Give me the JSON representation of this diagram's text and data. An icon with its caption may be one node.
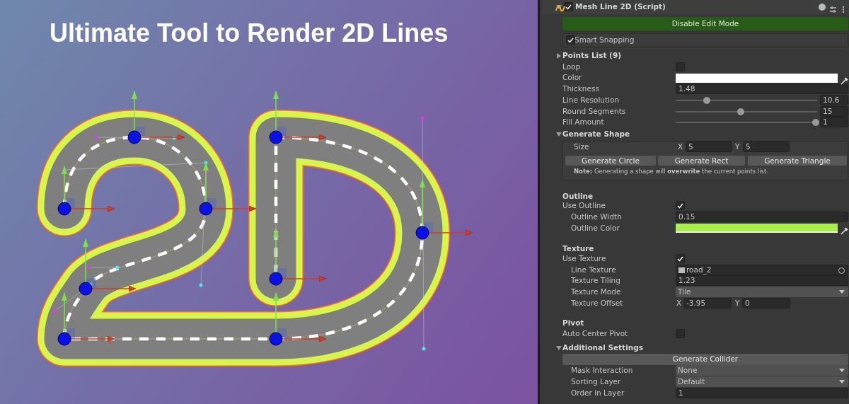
{
  "diagram": {
    "title": "Ultimate Tool to Render 2D Lines",
    "labels": [
      "Mesh Line 2D (Script)",
      "Disable Edit Mode",
      "Smart Snapping",
      "Points List (9)",
      "Loop",
      "Color",
      "Thickness",
      "1.48",
      "Line Resolution",
      "10.6",
      "Round Segments",
      "15",
      "Fill Amount",
      "1",
      "Generate Shape",
      "Size",
      "X",
      "5",
      "Y",
      "5",
      "Generate Circle",
      "Generate Rect",
      "Generate Triangle",
      "**Note:** Generating a shape will **overwrite** the current points list.",
      "Outline",
      "Use Outline",
      "Outline Width",
      "0.15",
      "Outline Color",
      "Texture",
      "Use Texture",
      "Line Texture",
      "road_2",
      "Texture Tiling",
      "1.23",
      "Texture Mode",
      "Tile",
      "Texture Offset",
      "X",
      "-3.95",
      "Y",
      "0",
      "Pivot",
      "Auto Center Pivot",
      "Additional Settings",
      "Generate Collider",
      "Mask Interaction",
      "None",
      "Sorting Layer",
      "Default",
      "Order in Layer",
      "1"
    ]
  }
}
